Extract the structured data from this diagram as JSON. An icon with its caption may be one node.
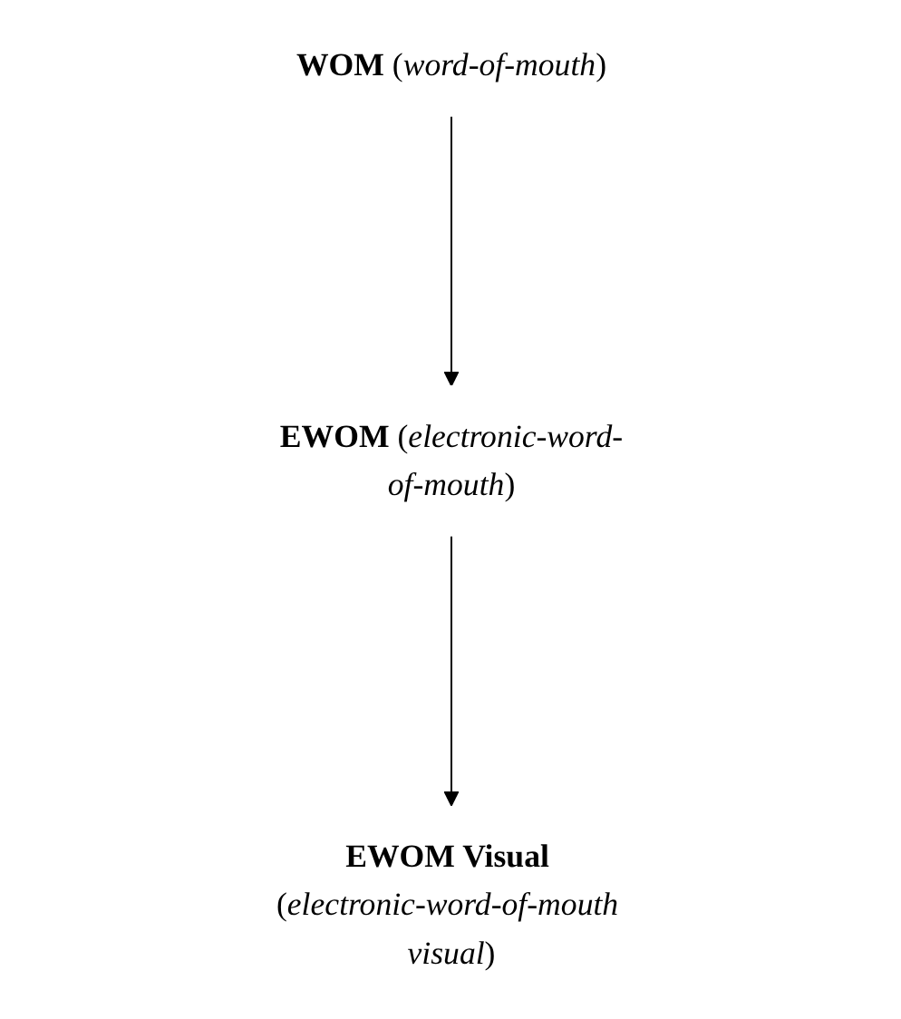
{
  "diagram": {
    "nodes": [
      {
        "text": [
          "**WOM** (*word-of-mouth*)"
        ]
      },
      {
        "text": [
          "**EWOM** (*electronic-word-of-mouth*)"
        ]
      },
      {
        "text": [
          "**EWOM Visual** (*electronic-word-of-mouth visual*)"
        ]
      }
    ],
    "edges": [
      {
        "from": 0,
        "to": 1,
        "arrow": "to"
      },
      {
        "from": 1,
        "to": 2,
        "arrow": "to"
      }
    ]
  }
}
